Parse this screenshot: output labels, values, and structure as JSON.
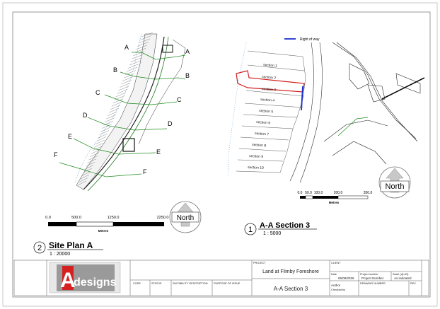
{
  "sheet": {
    "plan_section_labels": [
      "A",
      "B",
      "C",
      "D",
      "E",
      "F"
    ],
    "scale_bar_site": {
      "ticks": [
        "0.0",
        "500.0",
        "1250.0",
        "2250.0"
      ],
      "unit": "Metres"
    },
    "north_label": "North",
    "view_site_plan": {
      "number": "2",
      "title": "Site Plan A",
      "scale": "1 : 20000"
    },
    "legend": {
      "label": "Right of way",
      "color": "#1a2fd0"
    },
    "sections": [
      "section 1",
      "section 2",
      "section 3",
      "section 4",
      "section 5",
      "section 6",
      "section 7",
      "section 8",
      "section 9",
      "section 10"
    ],
    "highlight_section": "section 3",
    "highlight_color": "#d21e1e",
    "scale_bar_section": {
      "ticks": [
        "0.0",
        "50.0",
        "100.0",
        "200.0",
        "350.0"
      ],
      "unit": "Metres"
    },
    "north_label_2": "North",
    "view_section": {
      "number": "1",
      "title": "A-A Section 3",
      "scale": "1 : 5000"
    }
  },
  "title_block": {
    "logo_text": "designs",
    "logo_letter": "A",
    "project_label": "PROJECT",
    "project_name": "Land at Flimby Foreshore",
    "client_label": "CLIENT",
    "date_label": "Date",
    "date_value": "06/09/2026",
    "project_number_label": "Project number",
    "project_number_value": "Project Number",
    "scale_label": "Scale (@ A3)",
    "scale_value": "As indicated",
    "author": "Author",
    "checked_by": "Checked by",
    "drawing_number_label": "DRAWING NUMBER",
    "rev_label": "REV",
    "drawing_title": "A-A Section 3",
    "columns": [
      "CODE",
      "STATUS",
      "SUITABILITY DESCRIPTION",
      "PURPOSE OF ISSUE"
    ]
  }
}
